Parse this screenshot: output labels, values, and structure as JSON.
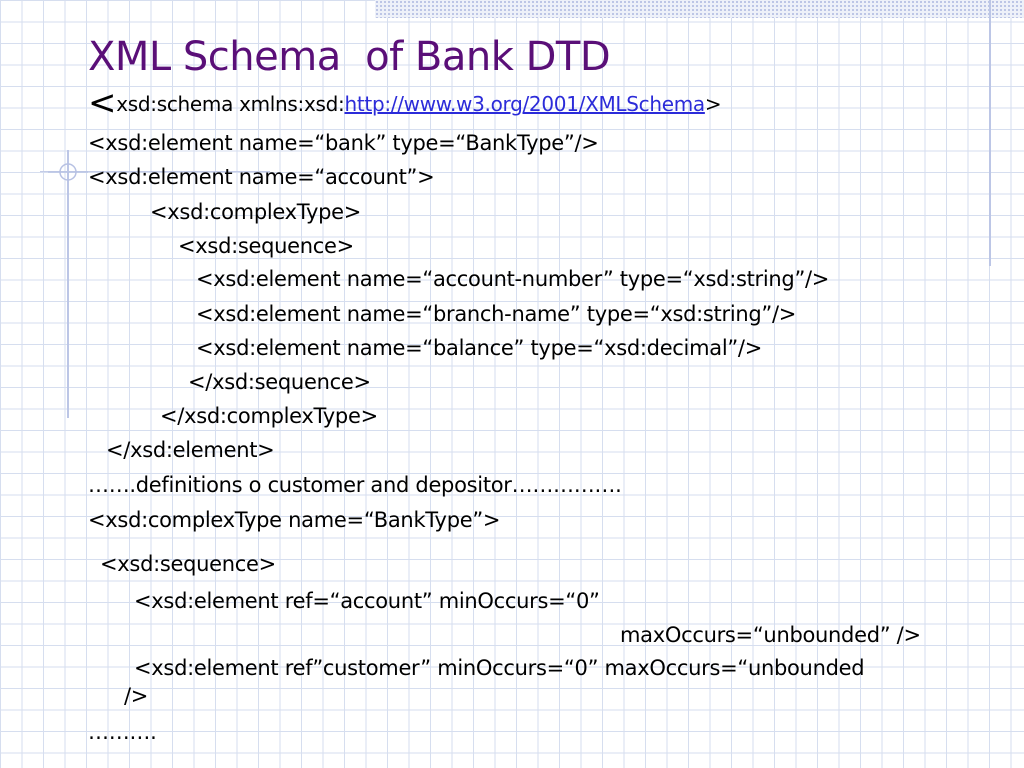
{
  "slide": {
    "title": "XML Schema  of Bank DTD",
    "schema_line": {
      "open": "<",
      "prefix": "xsd:schema xmlns:xsd:",
      "link": "http://www.w3.org/2001/XMLSchema",
      "suffix": ">"
    },
    "lines": [
      "<xsd:element name=“bank” type=“BankType”/>",
      "<xsd:element name=“account”>",
      "<xsd:complexType>",
      "<xsd:sequence>",
      "<xsd:element name=“account-number” type=“xsd:string”/>",
      "<xsd:element name=“branch-name” type=“xsd:string”/>",
      "<xsd:element name=“balance” type=“xsd:decimal”/>",
      "</xsd:sequence>",
      "</xsd:complexType>",
      "</xsd:element>",
      "…….definitions o customer and depositor…………….",
      "<xsd:complexType name=“BankType”>",
      "<xsd:sequence>",
      "<xsd:element ref=“account” minOccurs=“0”",
      "maxOccurs=“unbounded” />",
      "<xsd:element ref”customer” minOccurs=“0” maxOccurs=“unbounded",
      "/>",
      "………."
    ]
  }
}
